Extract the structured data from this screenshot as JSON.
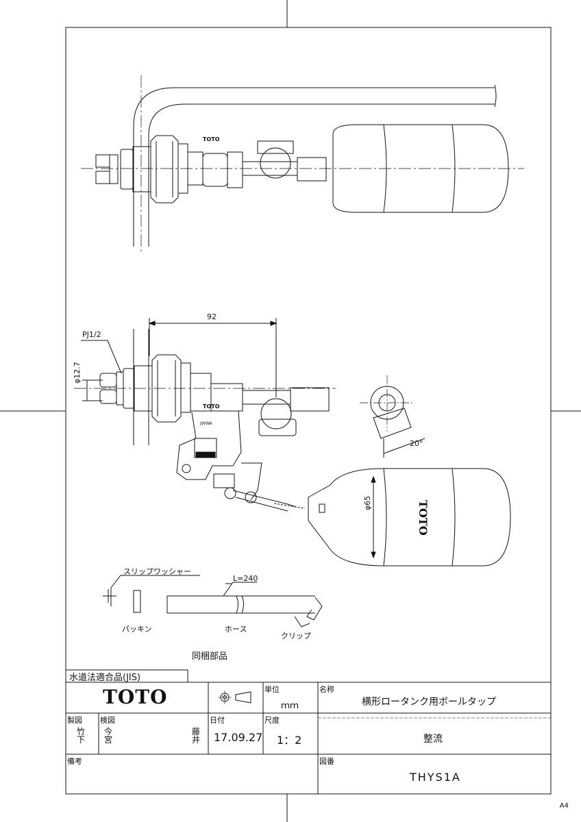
{
  "dimensions": {
    "width_92": "92",
    "thread": "PJ1/2",
    "dia_127": "φ12.7",
    "dia_65": "φ65",
    "angle": "20°",
    "hose_length": "L=240"
  },
  "parts": {
    "slip_washer": "スリップワッシャー",
    "packing": "パッキン",
    "hose": "ホース",
    "clip": "クリップ",
    "bundled": "同梱部品"
  },
  "float_brand": "TOTO",
  "valve_brand": "TOTO",
  "valve_mark": "JWWA",
  "title_block": {
    "standard": "水道法適合品(JIS)",
    "logo": "TOTO",
    "unit_label": "単位",
    "unit_value": "ｍｍ",
    "name_label": "名称",
    "name_value": "横形ロータンク用ボールタップ",
    "made_label": "製図",
    "made_value": "竹下",
    "check_label": "検図",
    "check_value1": "今宮",
    "check_value2": "藤井",
    "date_label": "日付",
    "date_value": "17.09.27",
    "scale_label": "尺度",
    "scale_value": "1：2",
    "sub_name": "整流",
    "remarks_label": "備考",
    "drawing_no_label": "図番",
    "drawing_no": "THYS1A"
  },
  "page_size": "A4"
}
